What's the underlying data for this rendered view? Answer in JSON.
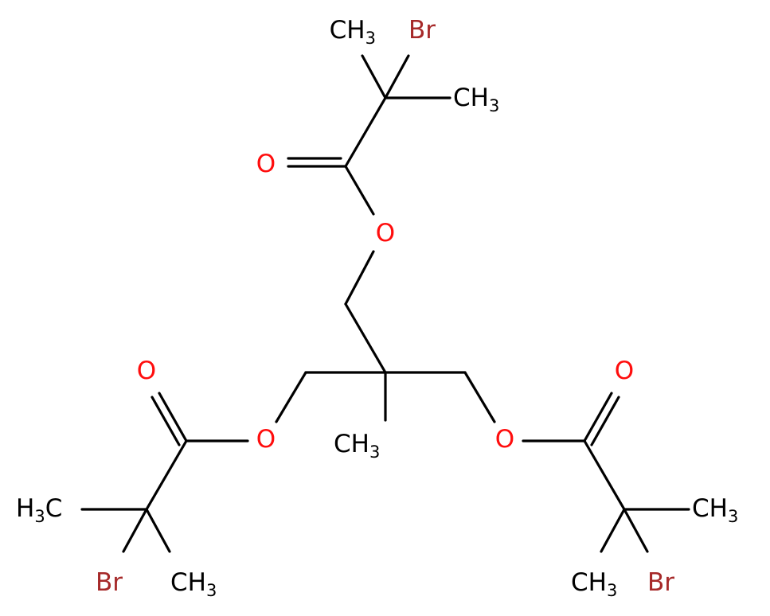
{
  "colors": {
    "bond": "#000000",
    "carbon_label": "#000000",
    "oxygen": "#ff0d0d",
    "bromine": "#a62929",
    "background": "#ffffff"
  },
  "labels": {
    "top_methyl_a": {
      "main": "CH",
      "sub": "3"
    },
    "top_br": "Br",
    "top_methyl_b": {
      "main": "CH",
      "sub": "3"
    },
    "top_carbonyl_o": "O",
    "top_ester_o": "O",
    "left_carbonyl_o": "O",
    "left_ester_o": "O",
    "left_methyl_a": {
      "pre": "H",
      "sub": "3",
      "main": "C"
    },
    "left_br": "Br",
    "left_methyl_b": {
      "main": "CH",
      "sub": "3"
    },
    "center_methyl": {
      "main": "CH",
      "sub": "3"
    },
    "right_ester_o": "O",
    "right_carbonyl_o": "O",
    "right_methyl_a": {
      "main": "CH",
      "sub": "3"
    },
    "right_methyl_b": {
      "main": "CH",
      "sub": "3"
    },
    "right_br": "Br"
  }
}
